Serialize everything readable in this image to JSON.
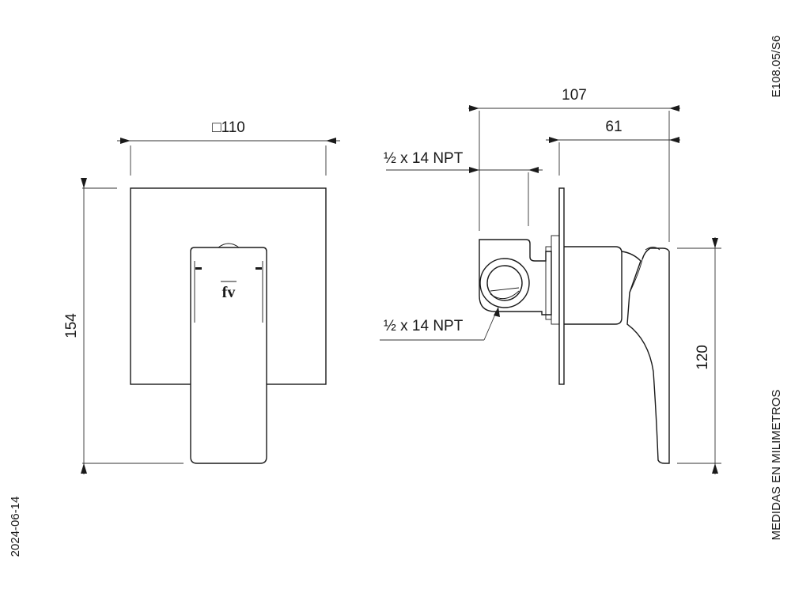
{
  "drawing": {
    "code": "E108.05/S6",
    "date": "2024-06-14",
    "units_note": "MEDIDAS EN MILIMETROS",
    "logo": "fv"
  },
  "front_view": {
    "width_dim": "□110",
    "height_dim": "154"
  },
  "side_view": {
    "depth_dim": "107",
    "lever_dim": "61",
    "height_dim": "120",
    "thread_top": "½ x 14 NPT",
    "thread_side": "½ x 14 NPT"
  }
}
